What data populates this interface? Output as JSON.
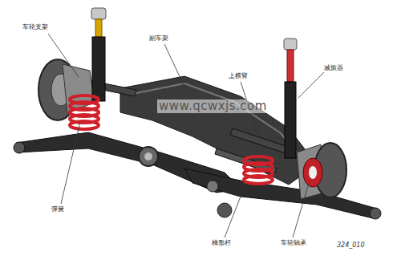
{
  "diagram": {
    "labels": [
      "车轮支架",
      "副车架",
      "上横臂",
      "减振器",
      "www.qcwxjs.com",
      "弹簧",
      "梯形杆",
      "车轮轴承",
      "324_010"
    ]
  }
}
